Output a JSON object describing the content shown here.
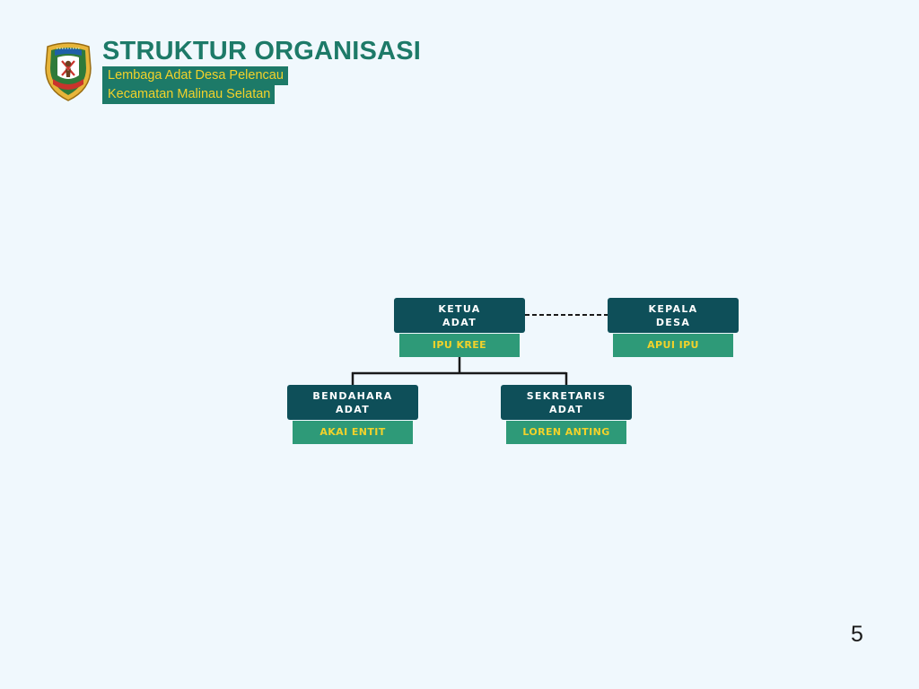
{
  "header": {
    "title": "STRUKTUR ORGANISASI",
    "subtitle_line1": "Lembaga Adat Desa Pelencau",
    "subtitle_line2": "Kecamatan Malinau Selatan",
    "logo": {
      "icon": "malinau-regency-emblem-icon"
    }
  },
  "org_chart": {
    "ketua": {
      "role_line1": "KETUA",
      "role_line2": "ADAT",
      "name": "IPU KREE"
    },
    "kepala_desa": {
      "role_line1": "KEPALA",
      "role_line2": "DESA",
      "name": "APUI IPU"
    },
    "bendahara": {
      "role_line1": "BENDAHARA",
      "role_line2": "ADAT",
      "name": "AKAI ENTIT"
    },
    "sekretaris": {
      "role_line1": "SEKRETARIS",
      "role_line2": "ADAT",
      "name": "LOREN ANTING"
    }
  },
  "page_number": "5",
  "colors": {
    "background": "#f0f8fd",
    "role_box": "#0e4f59",
    "name_box": "#2e9a78",
    "name_text": "#f2d22a",
    "title_text": "#1d7a68"
  }
}
